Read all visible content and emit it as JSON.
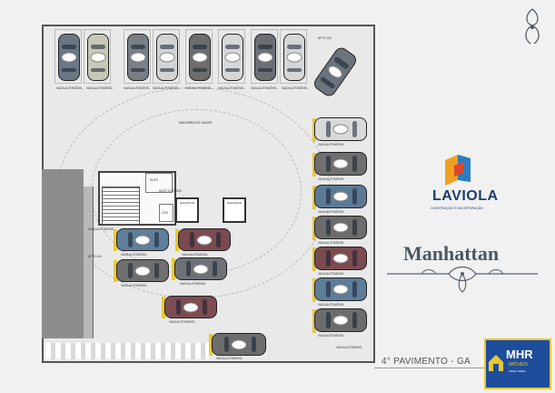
{
  "plan": {
    "center_label": "MANOBRA DE VAGAS",
    "elevator_1": "ELEVADOR",
    "elevator_2": "ELEVADOR",
    "shaft_1": "DUTO",
    "shaft_2": "DUTO CORRIDO",
    "shaft_3": "LIXO",
    "top_right_note": "APTO 102",
    "left_note_1": "VAGA AUTOMÓVEL",
    "left_note_2": "APTO 104",
    "right_note": "VAGA AUTOMÓVEL"
  },
  "spot_label": "VAGA AUTOMÓVEL",
  "cars": [
    {
      "color": "#6a7784"
    },
    {
      "color": "#c8c8b8"
    },
    {
      "color": "#7a7f86"
    },
    {
      "color": "#d3d3d3"
    },
    {
      "color": "#6d6d6d"
    },
    {
      "color": "#d8d8d8"
    },
    {
      "color": "#6b6e73"
    },
    {
      "color": "#d6d6d6"
    },
    {
      "color": "#6c737b"
    },
    {
      "color": "#d9d9d9"
    },
    {
      "color": "#7b6b6e"
    },
    {
      "color": "#6f6f6f"
    },
    {
      "color": "#5c7a95"
    },
    {
      "color": "#6c6c6c"
    },
    {
      "color": "#7c4b52"
    },
    {
      "color": "#5d7d98"
    },
    {
      "color": "#6c6c6c"
    },
    {
      "color": "#5f7f9a"
    },
    {
      "color": "#7a4a4f"
    },
    {
      "color": "#6f6f6f"
    },
    {
      "color": "#6e7278"
    },
    {
      "color": "#7c4d52"
    },
    {
      "color": "#6d6d6d"
    },
    {
      "color": "#6e6e6e"
    }
  ],
  "brand": {
    "laviola_name": "LAVIOLA",
    "laviola_tagline": "CONSTRUÇÃO E INCORPORAÇÃO",
    "laviola_colors": [
      "#f0a020",
      "#2d7cc1",
      "#d9482b"
    ],
    "project_name": "Manhattan",
    "floor_label": "4° PAVIMENTO - GA",
    "realty_name": "MHR",
    "realty_sub": "IMÓVEIS",
    "realty_note": "CRECI J0001",
    "realty_colors": [
      "#1e4d9c",
      "#e9c830"
    ]
  }
}
